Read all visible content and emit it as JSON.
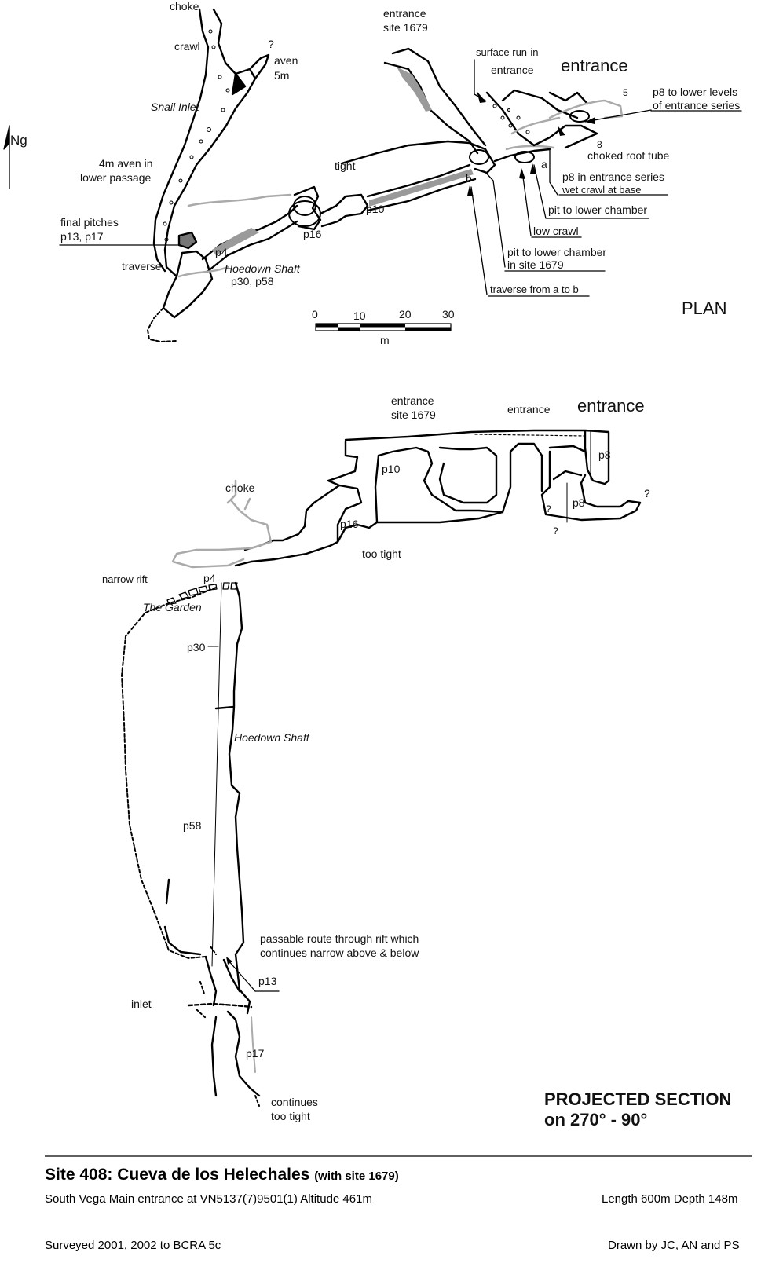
{
  "plan": {
    "heading": "PLAN",
    "north": "Ng",
    "labels": {
      "choke": "choke",
      "crawl": "crawl",
      "question": "?",
      "aven": "aven",
      "aven_height": "5m",
      "snail_inlet": "Snail Inlet",
      "aven4_line1": "4m aven in",
      "aven4_line2": "lower passage",
      "final_line1": "final pitches",
      "final_line2": "p13, p17",
      "traverse": "traverse",
      "p4": "p4",
      "hoedown": "Hoedown Shaft",
      "hoedown_pitches": "p30, p58",
      "p16": "p16",
      "tight": "tight",
      "p10": "p10",
      "entrance1679_line1": "entrance",
      "entrance1679_line2": "site 1679",
      "surface_runin": "surface run-in",
      "entrance_small": "entrance",
      "entrance_big": "entrance",
      "p8_lower_line1": "p8 to lower levels",
      "p8_lower_line2": "of entrance series",
      "choked_roof": "choked roof tube",
      "p8_entrance_line1": "p8 in entrance series",
      "p8_entrance_line2": "wet crawl at base",
      "pit_lower": "pit to lower chamber",
      "low_crawl": "low crawl",
      "pit_1679_line1": "pit to lower chamber",
      "pit_1679_line2": "in site 1679",
      "traverse_ab": "traverse from a to b",
      "a": "a",
      "b": "b",
      "eight": "8",
      "five": "5"
    },
    "scale": {
      "ticks": [
        "0",
        "10",
        "20",
        "30"
      ],
      "unit": "m"
    }
  },
  "section": {
    "heading_line1": "PROJECTED SECTION",
    "heading_line2": "on 270° - 90°",
    "labels": {
      "entrance1679_line1": "entrance",
      "entrance1679_line2": "site 1679",
      "entrance_small": "entrance",
      "entrance_big": "entrance",
      "p8a": "p8",
      "p8b": "p8",
      "q1": "?",
      "q2": "?",
      "q3": "?",
      "p10": "p10",
      "choke": "choke",
      "p16": "p16",
      "too_tight": "too tight",
      "narrow_rift": "narrow rift",
      "p4": "p4",
      "garden": "The Garden",
      "p30": "p30",
      "hoedown": "Hoedown Shaft",
      "p58": "p58",
      "passable_line1": "passable route through rift which",
      "passable_line2": "continues narrow above & below",
      "p13": "p13",
      "inlet": "inlet",
      "p17": "p17",
      "continues_line1": "continues",
      "continues_line2": "too tight"
    }
  },
  "footer": {
    "title": "Site 408: Cueva de los Helechales",
    "title_suffix": "(with site 1679)",
    "location": "South Vega  Main entrance at VN5137(7)9501(1)  Altitude 461m",
    "surveyed": "Surveyed 2001, 2002  to BCRA 5c",
    "dimensions": "Length 600m  Depth 148m",
    "drawn": "Drawn by JC, AN and PS"
  },
  "colors": {
    "passage": "#000000",
    "shading": "#9a9a9a",
    "stroke_grey": "#a8a8a8"
  }
}
